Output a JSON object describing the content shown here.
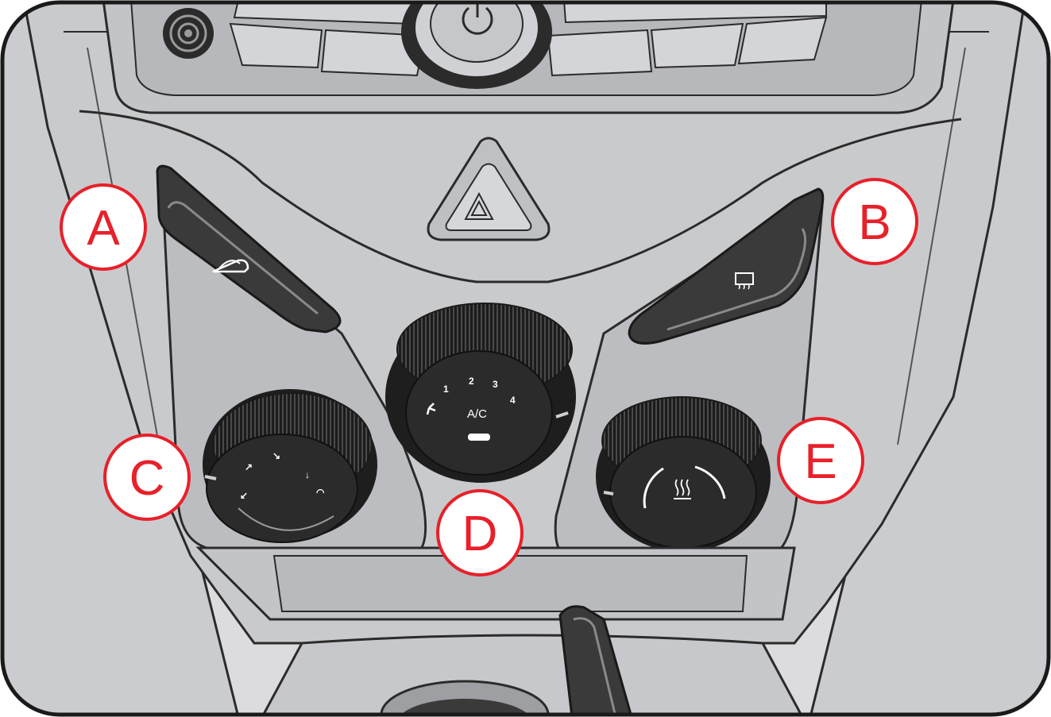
{
  "callouts": {
    "a": "A",
    "b": "B",
    "c": "C",
    "d": "D",
    "e": "E"
  },
  "fan_knob": {
    "speeds": [
      "1",
      "2",
      "3",
      "4"
    ],
    "ac_label": "A/C"
  },
  "icons": {
    "power": "power-icon",
    "hazard": "hazard-triangle-icon",
    "recirculation": "air-recirculation-icon",
    "rear_defrost": "rear-defrost-icon",
    "fan": "fan-icon",
    "heat": "heat-icon"
  },
  "colors": {
    "callout_accent": "#e8202a",
    "console": "#c9cacc",
    "frame_background": "#dcdcde",
    "knob_dark": "#2b2b2b"
  }
}
